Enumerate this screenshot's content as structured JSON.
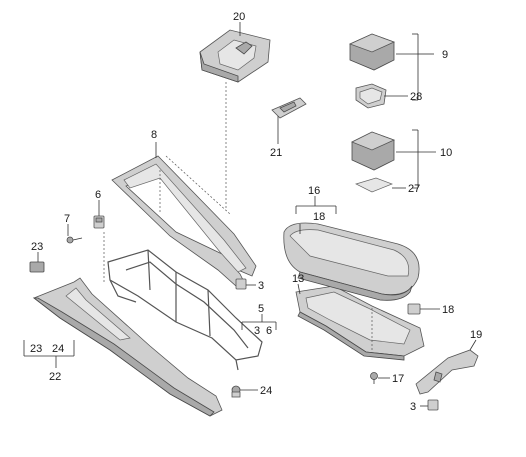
{
  "diagram": {
    "labels": {
      "p20": "20",
      "p9": "9",
      "p28": "28",
      "p21": "21",
      "p8": "8",
      "p10": "10",
      "p27": "27",
      "p16": "16",
      "p18_top": "18",
      "p6": "6",
      "p7": "7",
      "p23_solo": "23",
      "p3_mid": "3",
      "p5": "5",
      "p3_group": "3",
      "p6_group": "6",
      "p13": "13",
      "p18_right": "18",
      "p19": "19",
      "p23_group": "23",
      "p24_group": "24",
      "p22": "22",
      "p17": "17",
      "p24_bottom": "24",
      "p3_bottom": "3"
    }
  }
}
